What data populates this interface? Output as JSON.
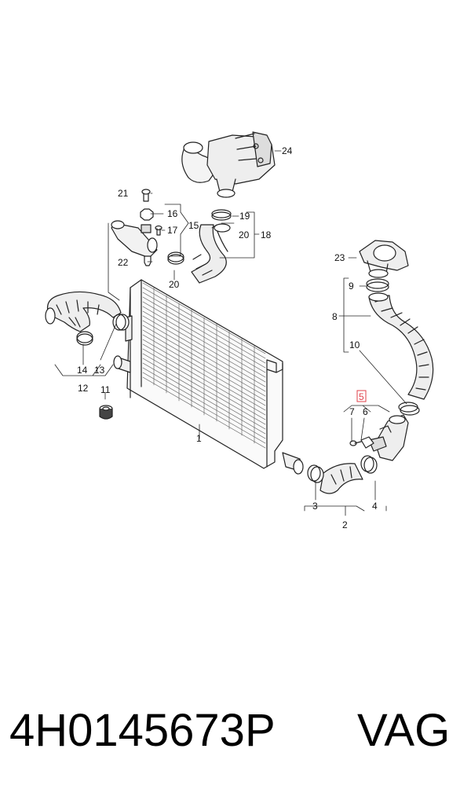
{
  "callouts": {
    "c1": "1",
    "c2": "2",
    "c3": "3",
    "c4": "4",
    "c5": "5",
    "c6": "6",
    "c7": "7",
    "c8": "8",
    "c9": "9",
    "c10": "10",
    "c11": "11",
    "c12": "12",
    "c13": "13",
    "c14": "14",
    "c15": "15",
    "c16": "16",
    "c17": "17",
    "c18": "18",
    "c19": "19",
    "c20a": "20",
    "c20b": "20",
    "c21": "21",
    "c22": "22",
    "c23": "23",
    "c24": "24"
  },
  "highlight_color": "#e0404a",
  "footer": {
    "part_number": "4H0145673P",
    "brand": "VAG"
  }
}
